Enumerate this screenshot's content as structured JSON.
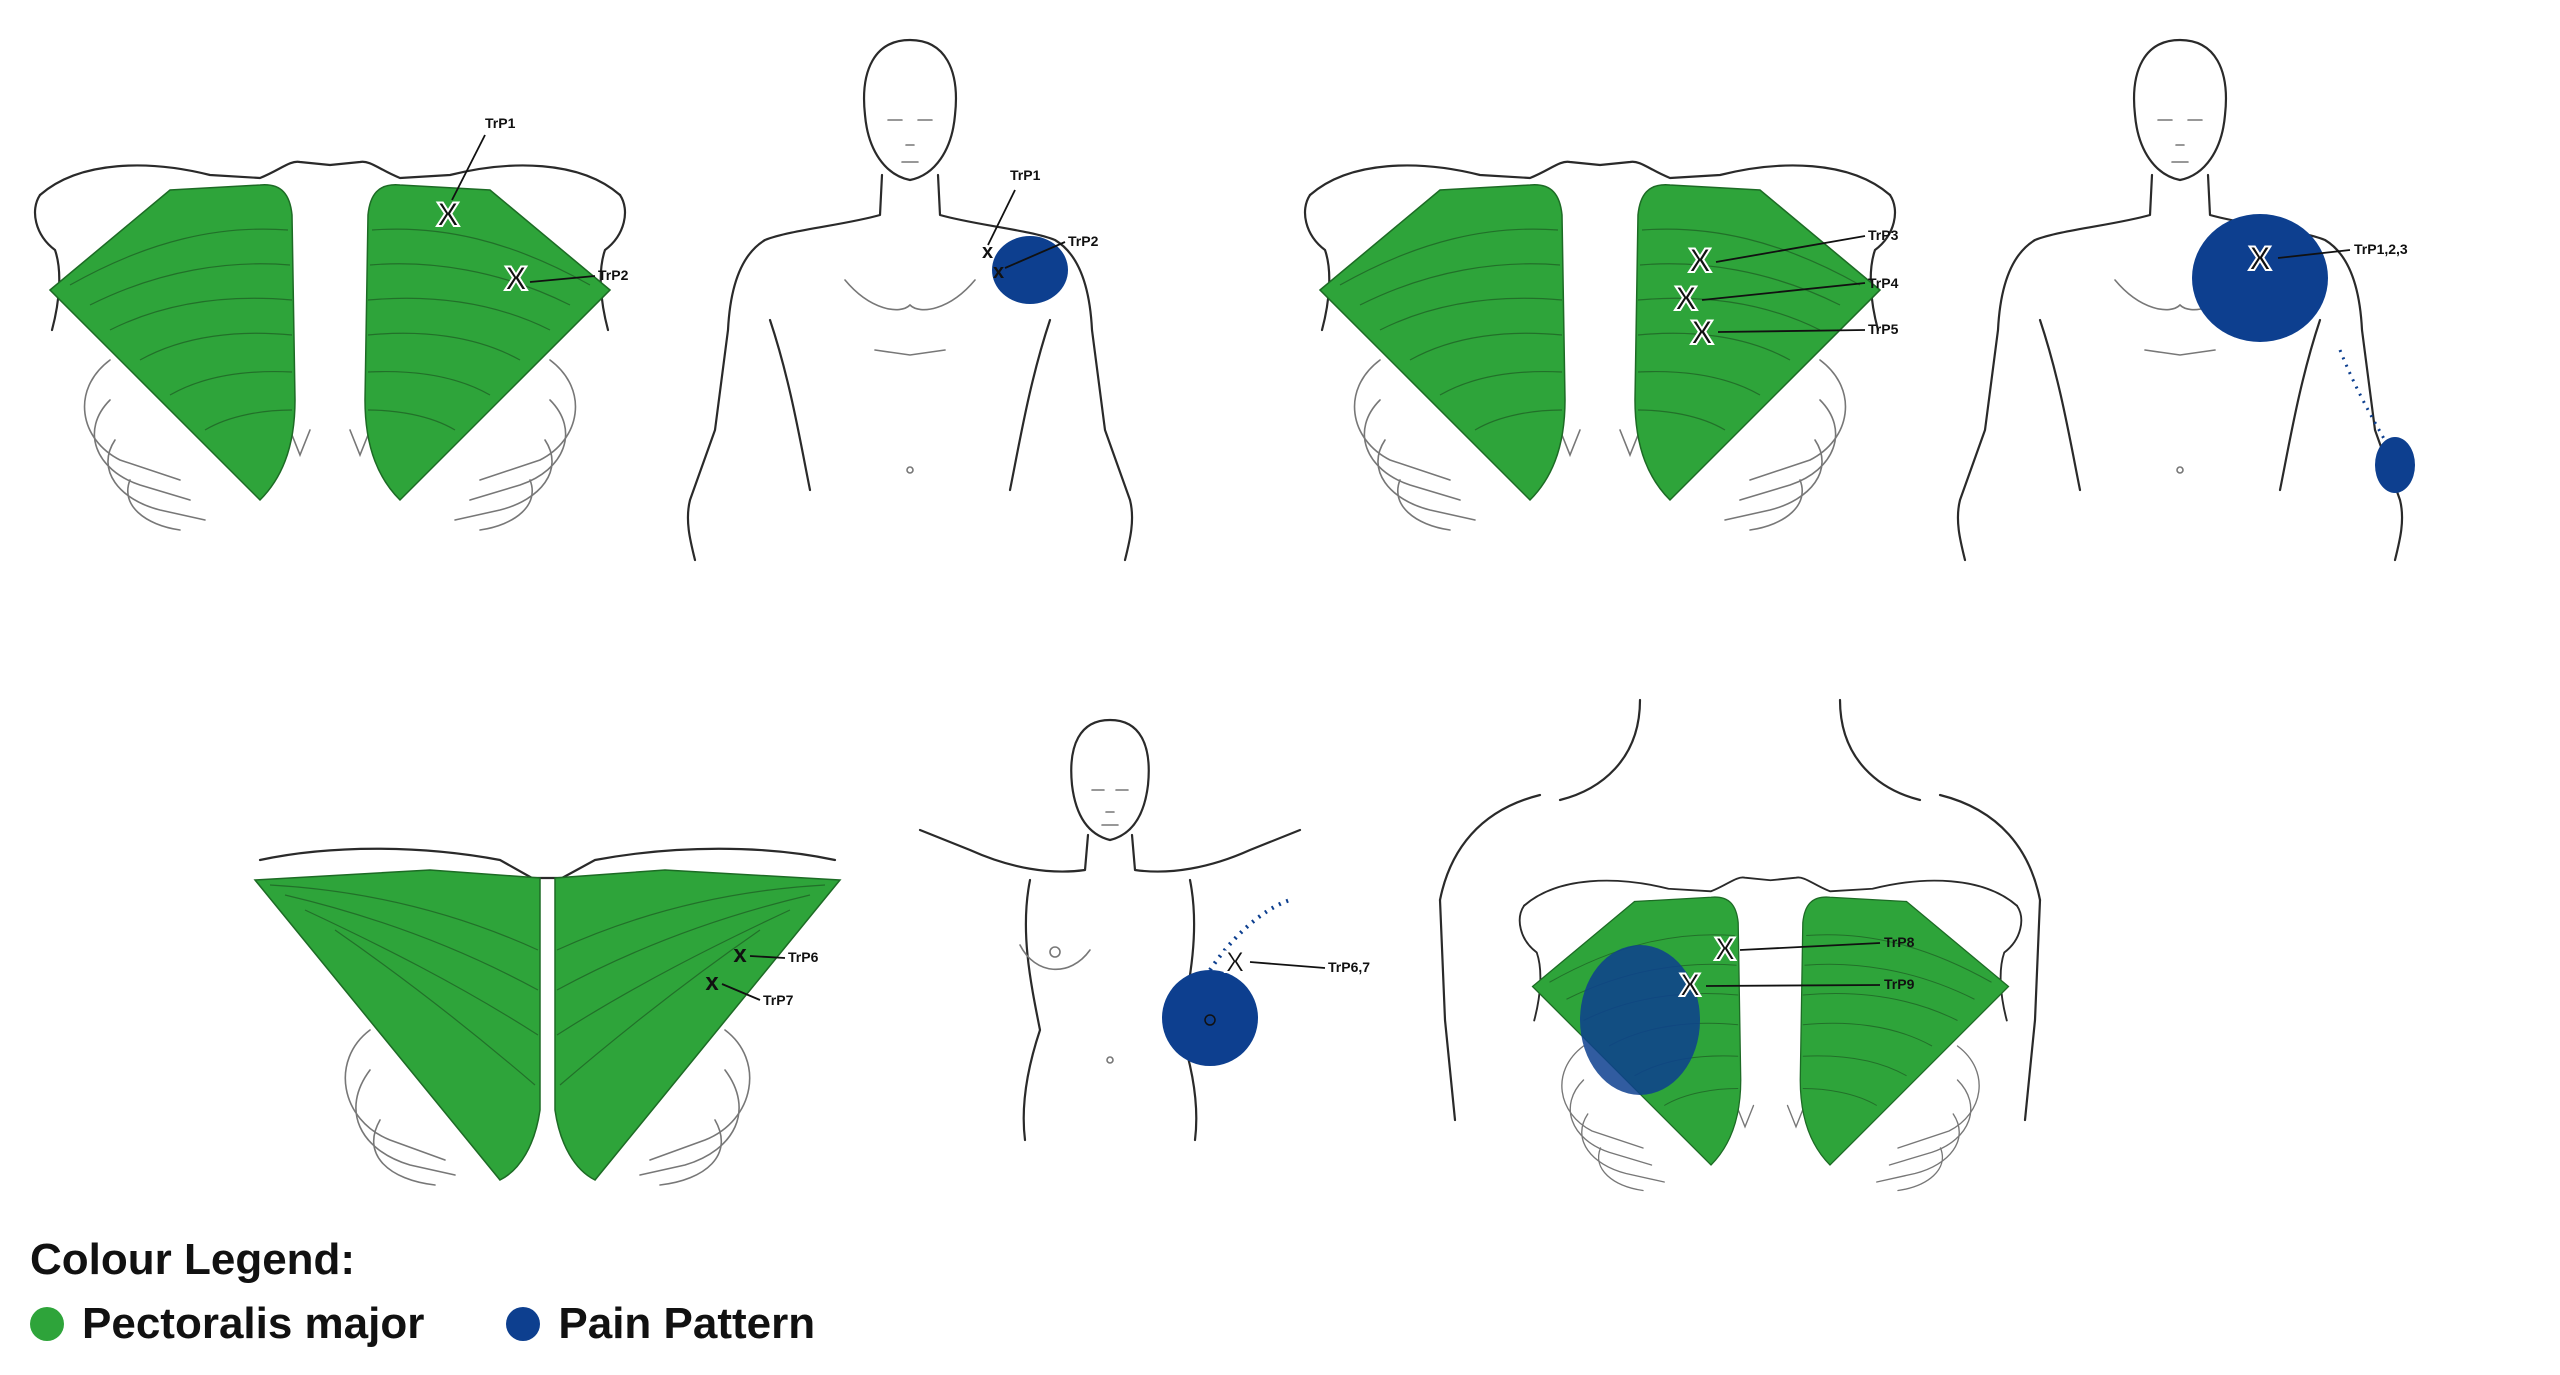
{
  "colors": {
    "muscle": "#2ea43a",
    "pain": "#0d3f8f",
    "outline": "#2a2a2a"
  },
  "trigger_points": {
    "p1_trp1": "TrP1",
    "p1_trp2": "TrP2",
    "p2_trp1": "TrP1",
    "p2_trp2": "TrP2",
    "p3_trp3": "TrP3",
    "p3_trp4": "TrP4",
    "p3_trp5": "TrP5",
    "p4_trp123": "TrP1,2,3",
    "p5_trp6": "TrP6",
    "p5_trp7": "TrP7",
    "p6_trp67": "TrP6,7",
    "p7_trp8": "TrP8",
    "p7_trp9": "TrP9"
  },
  "legend": {
    "title": "Colour Legend:",
    "items": [
      {
        "label": "Pectoralis major",
        "color": "#2ea43a"
      },
      {
        "label": "Pain Pattern",
        "color": "#0d3f8f"
      }
    ]
  }
}
